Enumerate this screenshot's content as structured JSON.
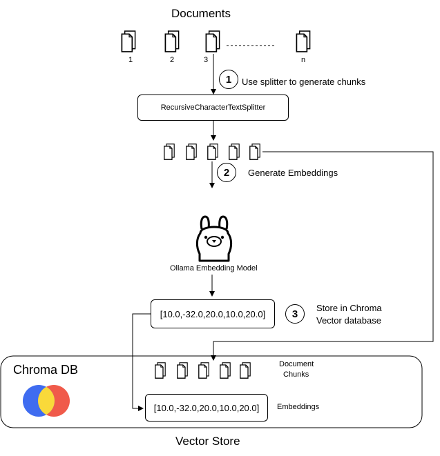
{
  "documents": {
    "title": "Documents",
    "labels": [
      "1",
      "2",
      "3",
      "n"
    ]
  },
  "steps": [
    {
      "number": "1",
      "text": "Use splitter to generate chunks"
    },
    {
      "number": "2",
      "text": "Generate Embeddings"
    },
    {
      "number": "3",
      "text": "Store in Chroma",
      "text2": "Vector database"
    }
  ],
  "splitter": {
    "label": "RecursiveCharacterTextSplitter"
  },
  "model": {
    "label": "Ollama Embedding Model",
    "icon": "llama-icon"
  },
  "embedding_vector": "[10.0,-32.0,20.0,10.0,20.0]",
  "store": {
    "name": "Chroma DB",
    "logo_colors": [
      "#3f6cf0",
      "#f05a4a",
      "#f9d93a"
    ],
    "chunks_label_line1": "Document",
    "chunks_label_line2": "Chunks",
    "embeddings_vector": "[10.0,-32.0,20.0,10.0,20.0]",
    "embeddings_label": "Embeddings",
    "caption": "Vector Store"
  }
}
